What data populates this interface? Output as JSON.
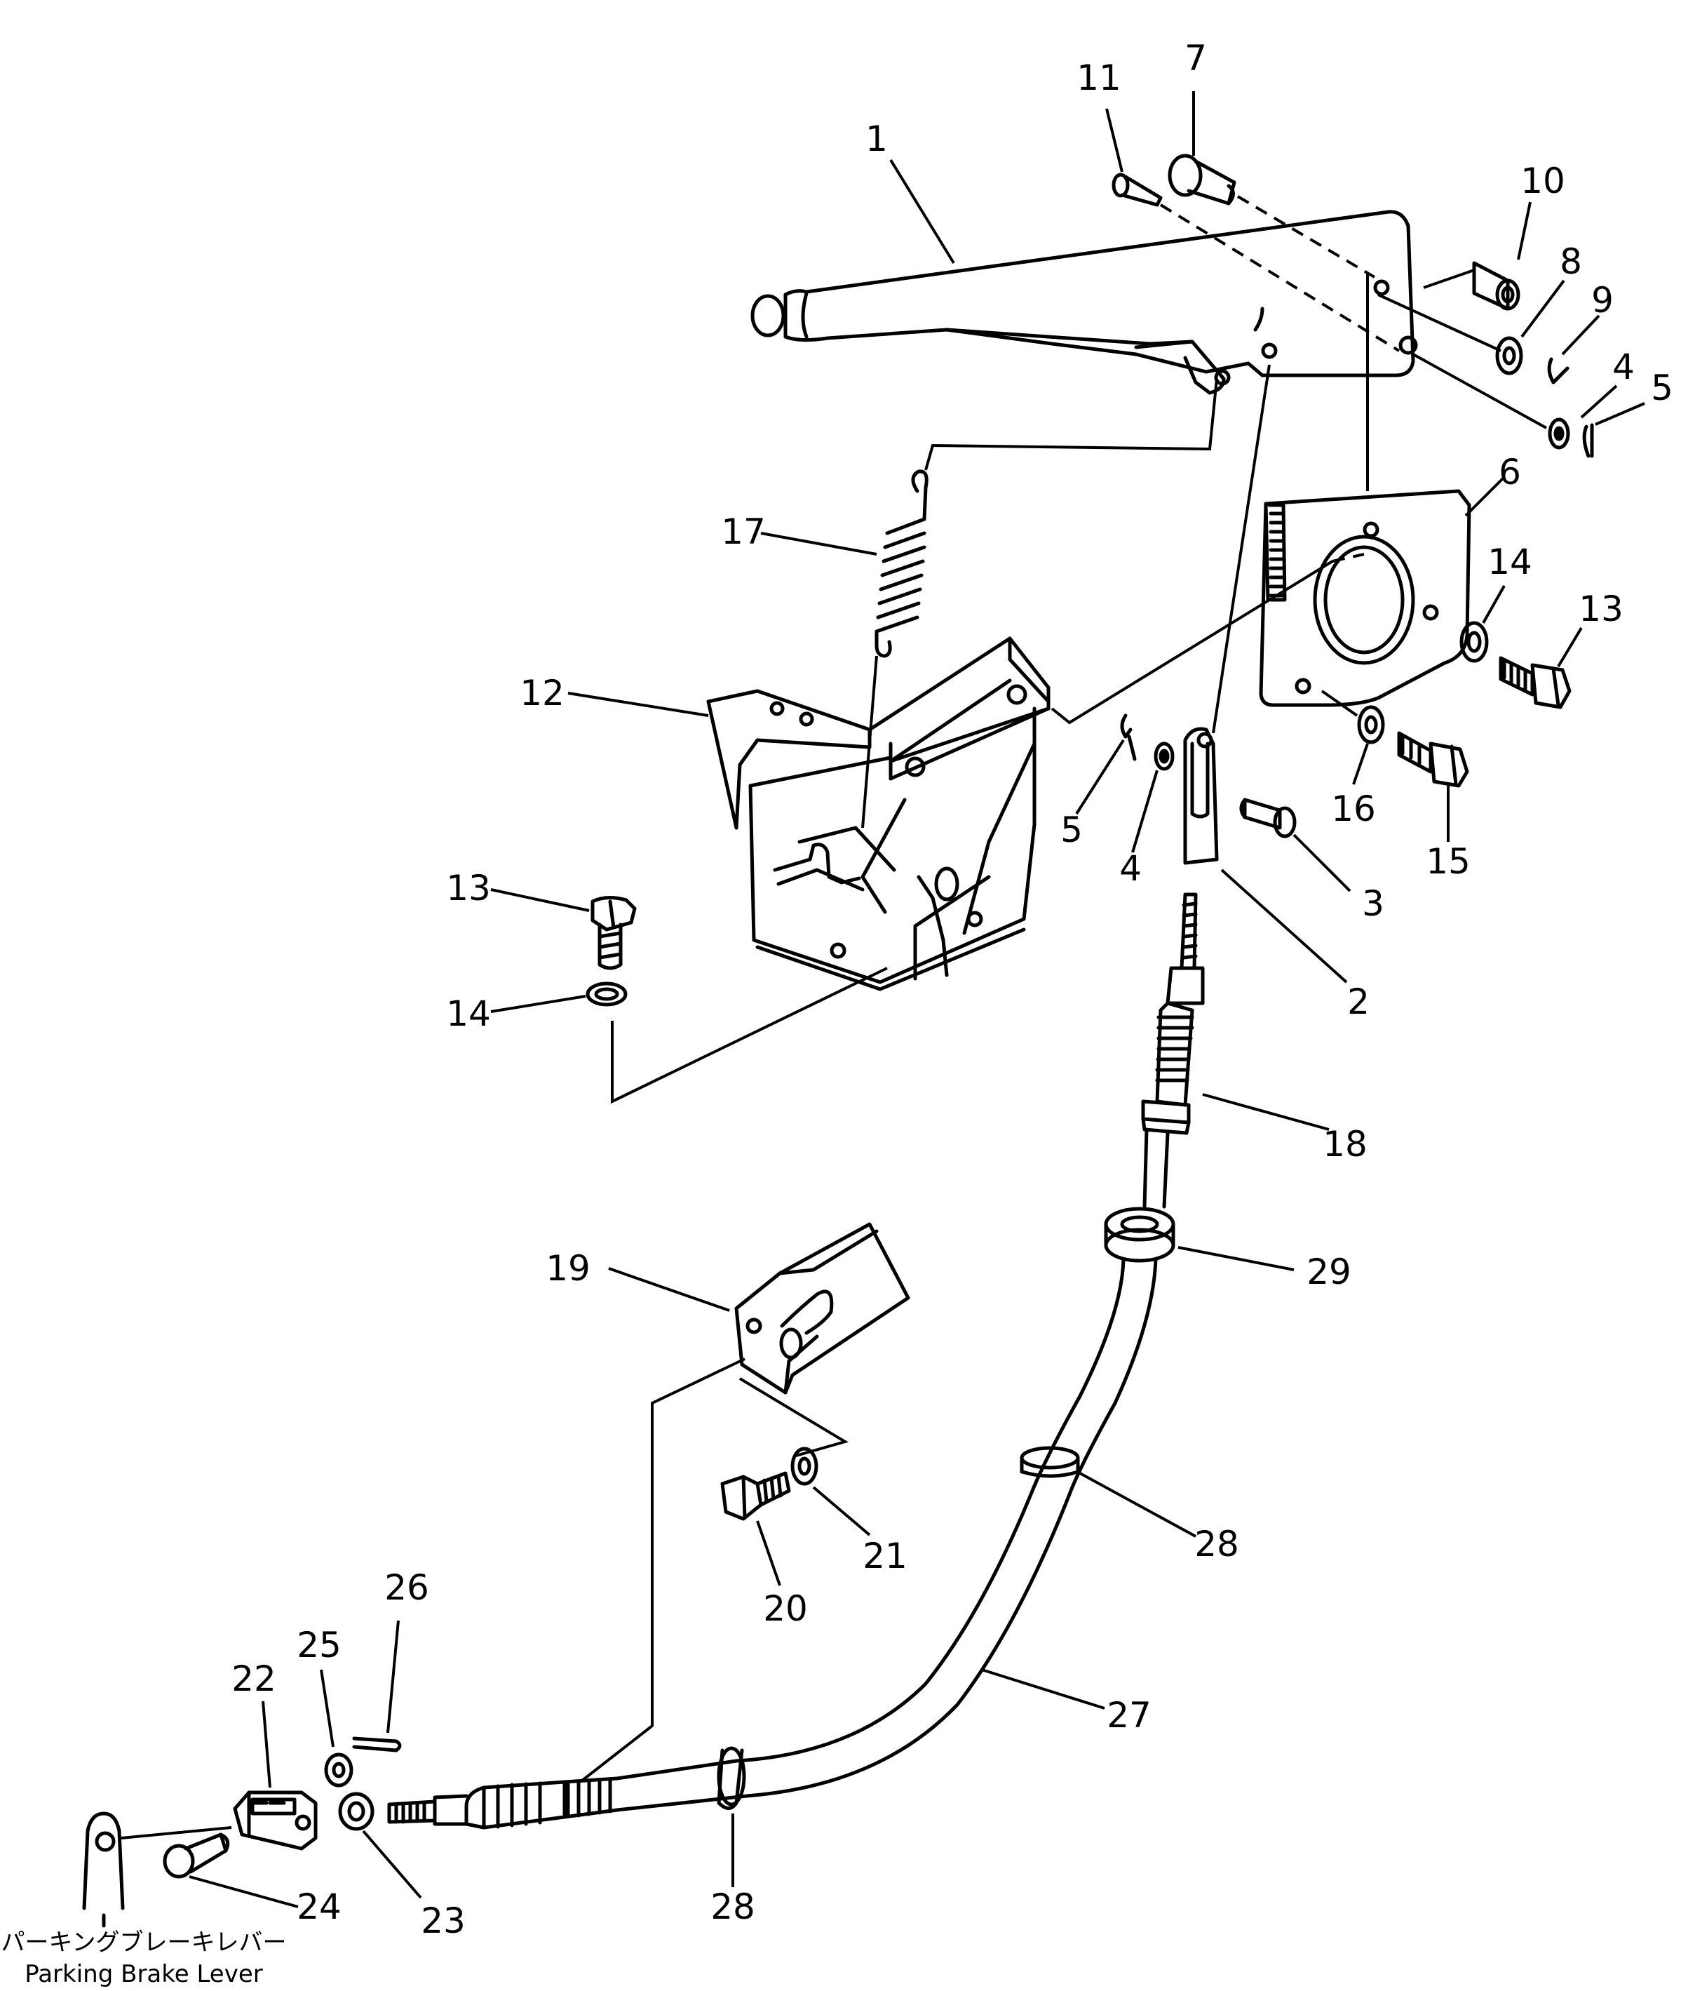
{
  "callouts": [
    {
      "id": "p1",
      "label": "1"
    },
    {
      "id": "p2",
      "label": "2"
    },
    {
      "id": "p3",
      "label": "3"
    },
    {
      "id": "p4a",
      "label": "4"
    },
    {
      "id": "p4b",
      "label": "4"
    },
    {
      "id": "p5a",
      "label": "5"
    },
    {
      "id": "p5b",
      "label": "5"
    },
    {
      "id": "p6",
      "label": "6"
    },
    {
      "id": "p7",
      "label": "7"
    },
    {
      "id": "p8",
      "label": "8"
    },
    {
      "id": "p9",
      "label": "9"
    },
    {
      "id": "p10",
      "label": "10"
    },
    {
      "id": "p11",
      "label": "11"
    },
    {
      "id": "p12",
      "label": "12"
    },
    {
      "id": "p13a",
      "label": "13"
    },
    {
      "id": "p13b",
      "label": "13"
    },
    {
      "id": "p14a",
      "label": "14"
    },
    {
      "id": "p14b",
      "label": "14"
    },
    {
      "id": "p15",
      "label": "15"
    },
    {
      "id": "p16",
      "label": "16"
    },
    {
      "id": "p17",
      "label": "17"
    },
    {
      "id": "p18",
      "label": "18"
    },
    {
      "id": "p19",
      "label": "19"
    },
    {
      "id": "p20",
      "label": "20"
    },
    {
      "id": "p21",
      "label": "21"
    },
    {
      "id": "p22",
      "label": "22"
    },
    {
      "id": "p23",
      "label": "23"
    },
    {
      "id": "p24",
      "label": "24"
    },
    {
      "id": "p25",
      "label": "25"
    },
    {
      "id": "p26",
      "label": "26"
    },
    {
      "id": "p27",
      "label": "27"
    },
    {
      "id": "p28a",
      "label": "28"
    },
    {
      "id": "p28b",
      "label": "28"
    },
    {
      "id": "p29",
      "label": "29"
    }
  ],
  "caption": {
    "japanese": "パーキングブレーキレバー",
    "english": "Parking Brake Lever"
  }
}
